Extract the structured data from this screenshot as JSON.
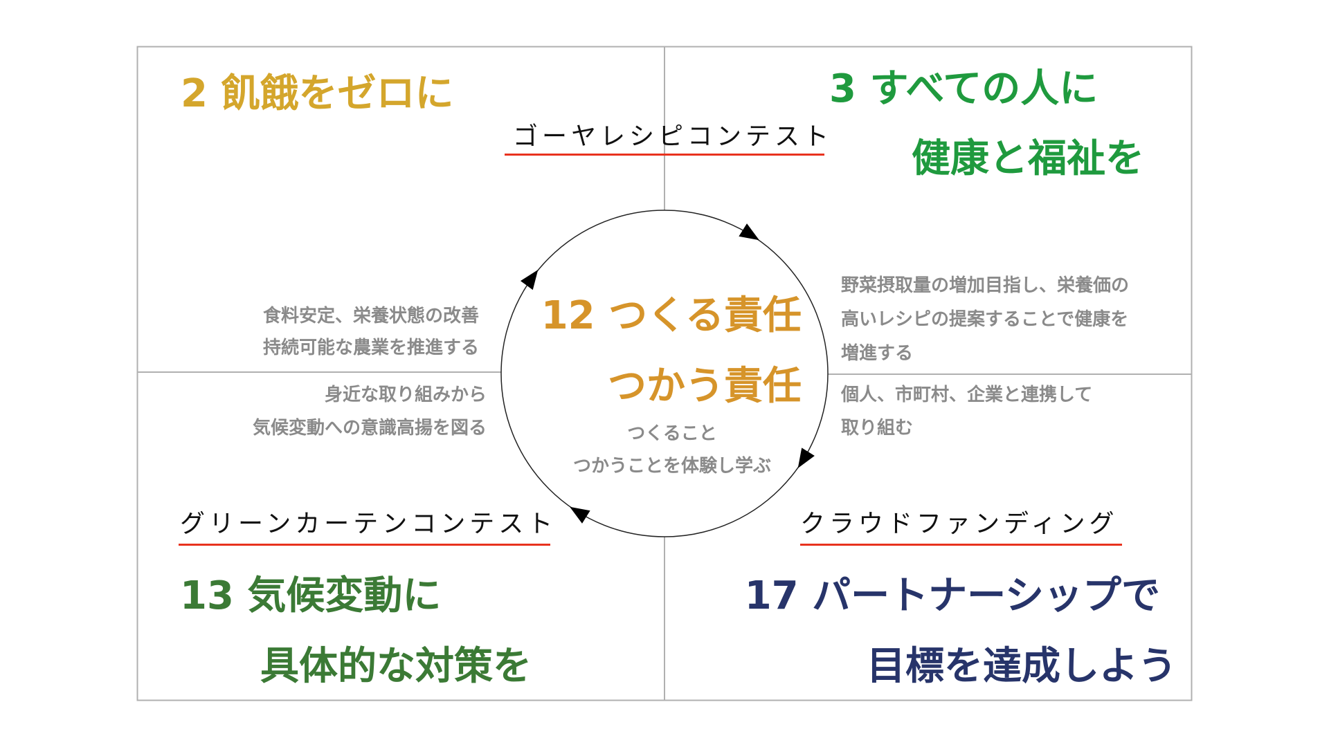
{
  "colors": {
    "goal2": "#d4a62c",
    "goal3": "#1f9a3e",
    "goal12": "#d6942a",
    "goal13": "#3b7a35",
    "goal17": "#27346a",
    "underline": "#e8321e",
    "frame": "#b0b0b0",
    "desc": "#8a8a8a"
  },
  "quadrants": {
    "top_left": {
      "goal": "2 飢餓をゼロに",
      "desc": [
        "食料安定、栄養状態の改善",
        "持続可能な農業を推進する"
      ]
    },
    "top_right": {
      "goal": [
        "3 すべての人に",
        "健康と福祉を"
      ],
      "desc": [
        "野菜摂取量の増加目指し、栄養価の",
        "高いレシピの提案することで健康を",
        "増進する"
      ]
    },
    "bottom_left": {
      "goal": [
        "13 気候変動に",
        "具体的な対策を"
      ],
      "desc": [
        "身近な取り組みから",
        "気候変動への意識高揚を図る"
      ]
    },
    "bottom_right": {
      "goal": [
        "17 パートナーシップで",
        "目標を達成しよう"
      ],
      "desc": [
        "個人、市町村、企業と連携して",
        "取り組む"
      ]
    }
  },
  "projects": {
    "top": "ゴーヤレシピコンテスト",
    "bottom_left": "グリーンカーテンコンテスト",
    "bottom_right": "クラウドファンディング"
  },
  "center": {
    "goal": [
      "12 つくる責任",
      "つかう責任"
    ],
    "desc": [
      "つくること",
      "つかうことを体験し学ぶ"
    ]
  }
}
